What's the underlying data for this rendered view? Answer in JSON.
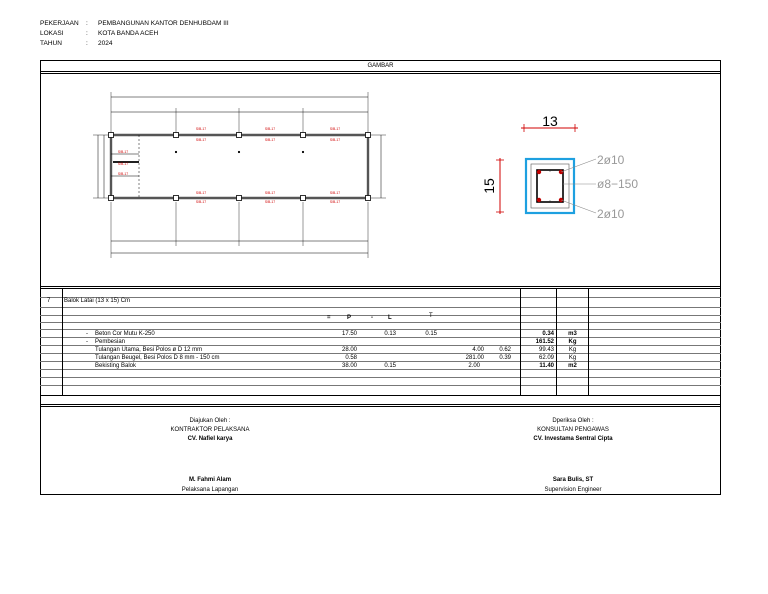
{
  "header": {
    "rows": [
      {
        "label": "PEKERJAAN",
        "colon": ":",
        "value": "PEMBANGUNAN KANTOR DENHUBDAM III"
      },
      {
        "label": "LOKASI",
        "colon": ":",
        "value": "KOTA BANDA ACEH"
      },
      {
        "label": "TAHUN",
        "colon": ":",
        "value": "2024"
      }
    ]
  },
  "drawing": {
    "title": "GAMBAR",
    "section": {
      "width_label": "13",
      "height_label": "15",
      "top_rebar": "2ø10",
      "stirrup": "ø8−150",
      "bottom_rebar": "2ø10"
    },
    "plan": {
      "beam_tags": [
        "S/B-17",
        "S/B-17",
        "S/B-17",
        "S/B-17"
      ]
    }
  },
  "work_item": {
    "no": "7",
    "description": "Balok Latai (13 x 15) Cm",
    "formula": [
      "=",
      "P",
      "-",
      "L",
      "T"
    ],
    "rows": [
      {
        "dash": "-",
        "name": "Beton Cor Mutu K-250",
        "p": "17.50",
        "l": "0.13",
        "t": "0.15",
        "x1": "",
        "x2": "",
        "total": "0.34",
        "unit": "m3",
        "bold": true
      },
      {
        "dash": "-",
        "name": "Pembesian",
        "p": "",
        "l": "",
        "t": "",
        "x1": "",
        "x2": "",
        "total": "161.52",
        "unit": "Kg",
        "bold": true
      },
      {
        "dash": "",
        "name": "Tulangan Utama, Besi Polos ø D 12 mm",
        "p": "28.00",
        "l": "",
        "t": "",
        "x1": "4.00",
        "x2": "0.62",
        "total": "99.43",
        "unit": "Kg",
        "bold": false
      },
      {
        "dash": "",
        "name": "Tulangan Beugel, Besi Polos  D 8 mm - 150 cm",
        "p": "0.58",
        "l": "",
        "t": "",
        "x1": "281.00",
        "x2": "0.39",
        "total": "62.09",
        "unit": "Kg",
        "bold": false
      },
      {
        "dash": "",
        "name": "Bekisting Balok",
        "p": "38.00",
        "l": "0.15",
        "t": "",
        "x1": "2.00",
        "x2": "",
        "total": "11.40",
        "unit": "m2",
        "bold": true
      }
    ]
  },
  "signatures": {
    "left": {
      "caption": "Diajukan Oleh :",
      "role": "KONTRAKTOR PELAKSANA",
      "company": "CV. Nafiel karya",
      "name": "M. Fahmi Alam",
      "title": "Pelaksana Lapangan"
    },
    "right": {
      "caption": "Dperiksa Oleh :",
      "role": "KONSULTAN PENGAWAS",
      "company": "CV. Investama Sentral Cipta",
      "name": "Sara Bulis, ST",
      "title": "Supervision Engineer"
    }
  }
}
